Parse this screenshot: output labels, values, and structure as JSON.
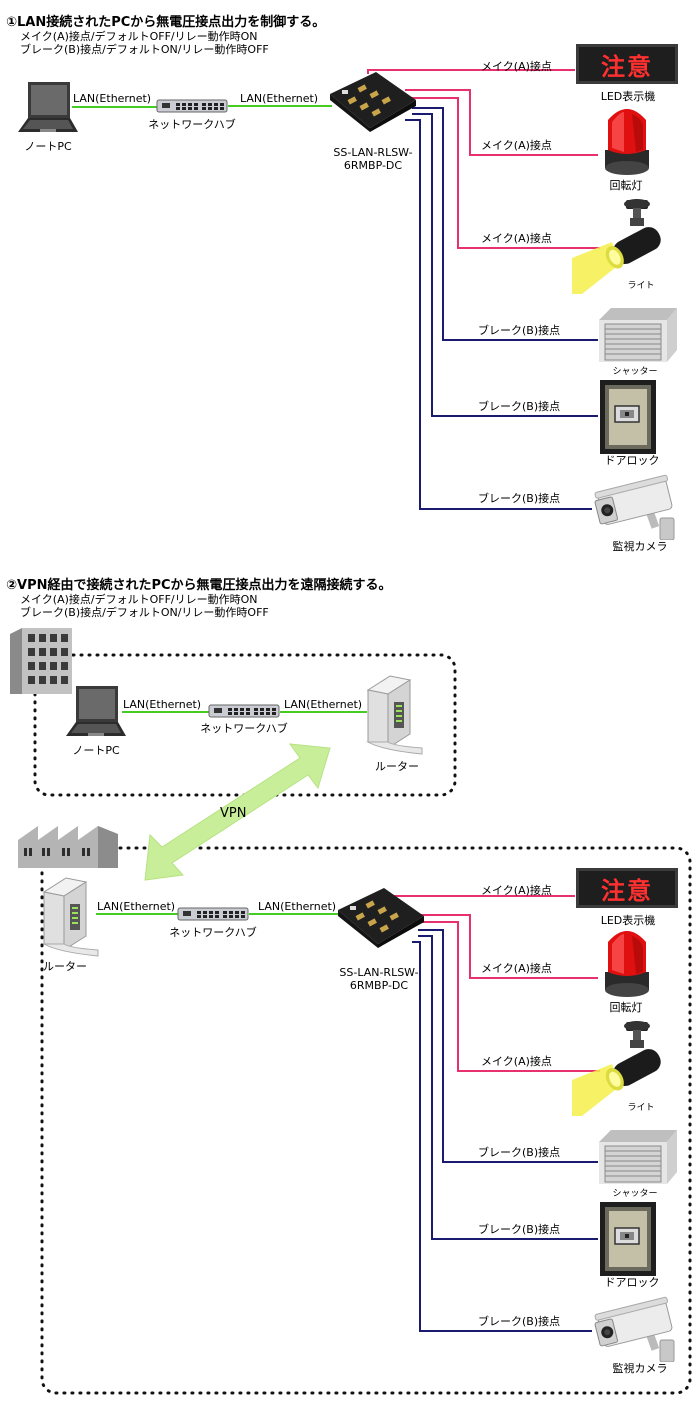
{
  "section1": {
    "title": "①LAN接続されたPCから無電圧接点出力を制御する。",
    "note1": "メイク(A)接点/デフォルトOFF/リレー動作時ON",
    "note2": "ブレーク(B)接点/デフォルトON/リレー動作時OFF",
    "pc_label": "ノートPC",
    "lan1": "LAN(Ethernet)",
    "lan2": "LAN(Ethernet)",
    "hub_label": "ネットワークハブ",
    "device_line1": "SS-LAN-RLSW-",
    "device_line2": "6RMBP-DC"
  },
  "section2": {
    "title": "②VPN経由で接続されたPCから無電圧接点出力を遠隔接続する。",
    "note1": "メイク(A)接点/デフォルトOFF/リレー動作時ON",
    "note2": "ブレーク(B)接点/デフォルトON/リレー動作時OFF",
    "pc_label": "ノートPC",
    "lan_a1": "LAN(Ethernet)",
    "lan_a2": "LAN(Ethernet)",
    "hub_a": "ネットワークハブ",
    "router_a": "ルーター",
    "vpn": "VPN",
    "router_b": "ルーター",
    "lan_b1": "LAN(Ethernet)",
    "lan_b2": "LAN(Ethernet)",
    "hub_b": "ネットワークハブ",
    "device_line1": "SS-LAN-RLSW-",
    "device_line2": "6RMBP-DC"
  },
  "outputs": [
    {
      "contact": "メイク(A)接点",
      "device": "LED表示機",
      "sign_text": "注意"
    },
    {
      "contact": "メイク(A)接点",
      "device": "回転灯"
    },
    {
      "contact": "メイク(A)接点",
      "device": "ライト"
    },
    {
      "contact": "ブレーク(B)接点",
      "device": "シャッター"
    },
    {
      "contact": "ブレーク(B)接点",
      "device": "ドアロック"
    },
    {
      "contact": "ブレーク(B)接点",
      "device": "監視カメラ"
    }
  ],
  "colors": {
    "make": "#e8306e",
    "break": "#1a1a6e",
    "lan": "#44cc22",
    "vpn": "#c8ee9a",
    "led_bg": "#222222",
    "led_text": "#ff3030"
  }
}
